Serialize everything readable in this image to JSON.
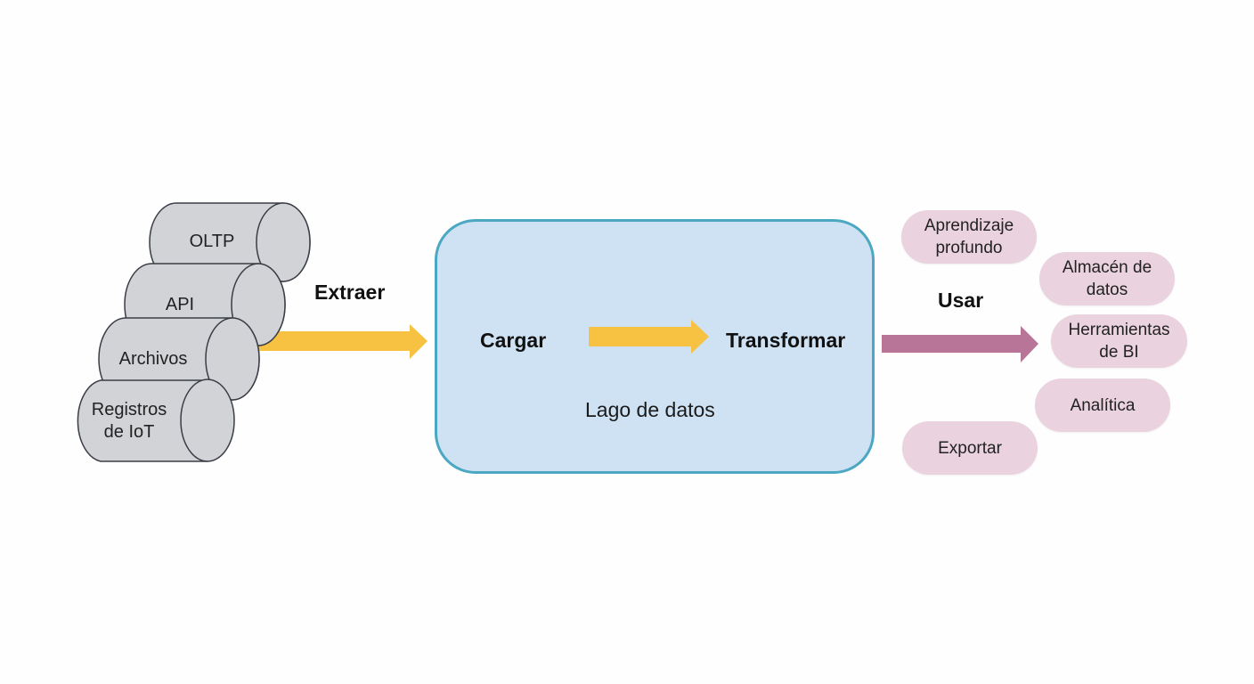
{
  "diagram": {
    "sources": [
      {
        "id": "oltp",
        "label": "OLTP"
      },
      {
        "id": "api",
        "label": "API"
      },
      {
        "id": "archivos",
        "label": "Archivos"
      },
      {
        "id": "iot",
        "label": "Registros\nde IoT"
      }
    ],
    "steps": {
      "extract": "Extraer",
      "load": "Cargar",
      "transform": "Transformar",
      "use": "Usar"
    },
    "lake": {
      "label": "Lago de datos"
    },
    "destinations": [
      {
        "id": "deep-learning",
        "label": "Aprendizaje\nprofundo"
      },
      {
        "id": "warehouse",
        "label": "Almacén de\ndatos"
      },
      {
        "id": "bi-tools",
        "label": "Herramientas\nde BI"
      },
      {
        "id": "analytics",
        "label": "Analítica"
      },
      {
        "id": "export",
        "label": "Exportar"
      }
    ],
    "colors": {
      "cylinder_fill": "#d2d3d7",
      "cylinder_stroke": "#3a3d45",
      "extract_arrow": "#f7c142",
      "lake_fill": "#cfe2f3",
      "lake_border": "#4ba7c2",
      "use_arrow": "#b97597",
      "pill_fill": "#ead3de"
    }
  }
}
